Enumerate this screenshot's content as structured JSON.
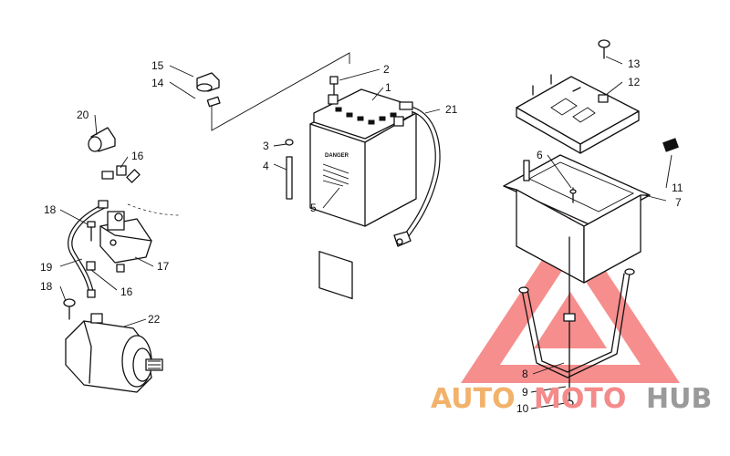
{
  "diagram": {
    "callouts": [
      "1",
      "2",
      "3",
      "4",
      "5",
      "6",
      "7",
      "8",
      "9",
      "10",
      "11",
      "12",
      "13",
      "14",
      "15",
      "16",
      "16",
      "17",
      "18",
      "18",
      "19",
      "20",
      "21",
      "22"
    ],
    "battery_label": "DANGER"
  },
  "watermark": {
    "part1": "AUTO",
    "part2": "MOTO",
    "part3": "HUB",
    "colors": {
      "auto": "#f2b26b",
      "moto": "#f48a8a",
      "hub": "#9a9a9a",
      "triangle": "#f57b7b"
    }
  }
}
